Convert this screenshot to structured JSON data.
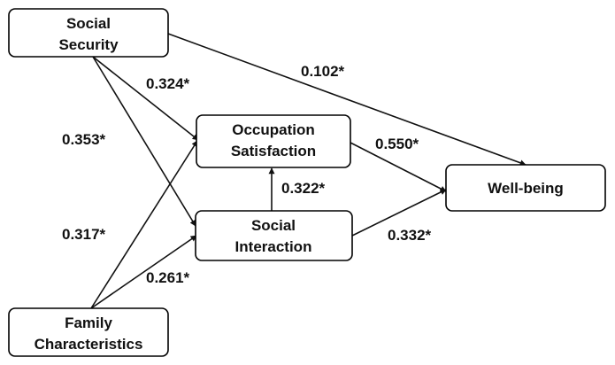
{
  "nodes": {
    "social_security": {
      "lines": [
        "Social",
        "Security"
      ]
    },
    "family_characteristics": {
      "lines": [
        "Family",
        "Characteristics"
      ]
    },
    "occupation_satisfaction": {
      "lines": [
        "Occupation",
        "Satisfaction"
      ]
    },
    "social_interaction": {
      "lines": [
        "Social",
        "Interaction"
      ]
    },
    "well_being": {
      "lines": [
        "Well-being"
      ]
    }
  },
  "paths": {
    "ss_to_wb": "0.102*",
    "ss_to_os": "0.324*",
    "ss_to_si": "0.353*",
    "fc_to_os": "0.317*",
    "fc_to_si": "0.261*",
    "si_to_os": "0.322*",
    "os_to_wb": "0.550*",
    "si_to_wb": "0.332*"
  }
}
